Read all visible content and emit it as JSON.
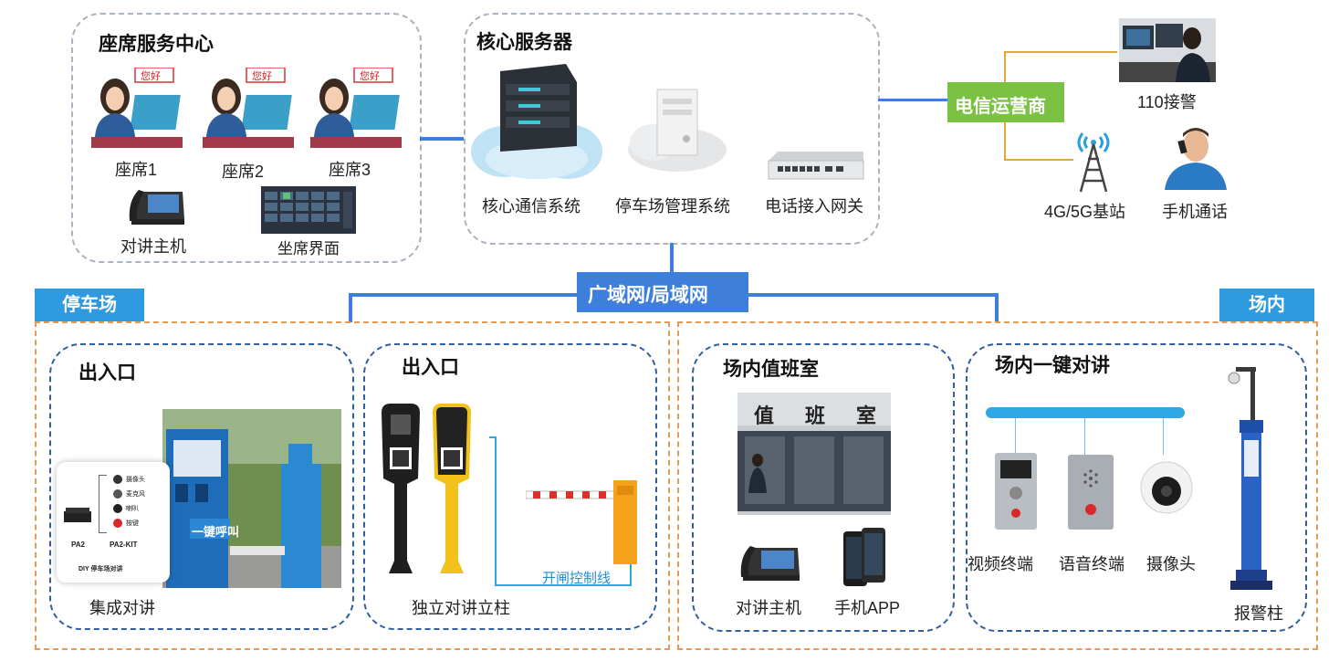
{
  "seat_center": {
    "title": "座席服务中心",
    "greeting": "您好",
    "seats": [
      "座席1",
      "座席2",
      "座席3"
    ],
    "intercom_host": "对讲主机",
    "seat_ui": "坐席界面"
  },
  "core_server": {
    "title": "核心服务器",
    "systems": [
      "核心通信系统",
      "停车场管理系统",
      "电话接入网关"
    ]
  },
  "telecom": {
    "operator": "电信运营商",
    "police": "110接警",
    "base_station": "4G/5G基站",
    "phone_call": "手机通话"
  },
  "network": {
    "label": "广域网/局域网"
  },
  "parking": {
    "tag": "停车场",
    "entrance_a": {
      "title": "出入口",
      "device_labels": [
        "摄像头",
        "麦克风",
        "喇叭",
        "按键"
      ],
      "models": [
        "PA2",
        "PA2-KIT"
      ],
      "caption": "DIY 停车场对讲",
      "kiosk_text": "一键呼叫",
      "label": "集成对讲"
    },
    "entrance_b": {
      "title": "出入口",
      "control_line": "开闸控制线",
      "label": "独立对讲立柱"
    }
  },
  "onsite": {
    "tag": "场内",
    "duty_room": {
      "title": "场内值班室",
      "sign": [
        "值",
        "班",
        "室"
      ],
      "intercom_host": "对讲主机",
      "mobile_app": "手机APP"
    },
    "one_key": {
      "title": "场内一键对讲",
      "devices": [
        "视频终端",
        "语音终端",
        "摄像头"
      ],
      "alarm_pillar": "报警柱"
    }
  },
  "colors": {
    "network_blue": "#3f7fdc",
    "tag_blue": "#2e9be0",
    "operator_green": "#7cc242",
    "orange": "#e59a55"
  }
}
